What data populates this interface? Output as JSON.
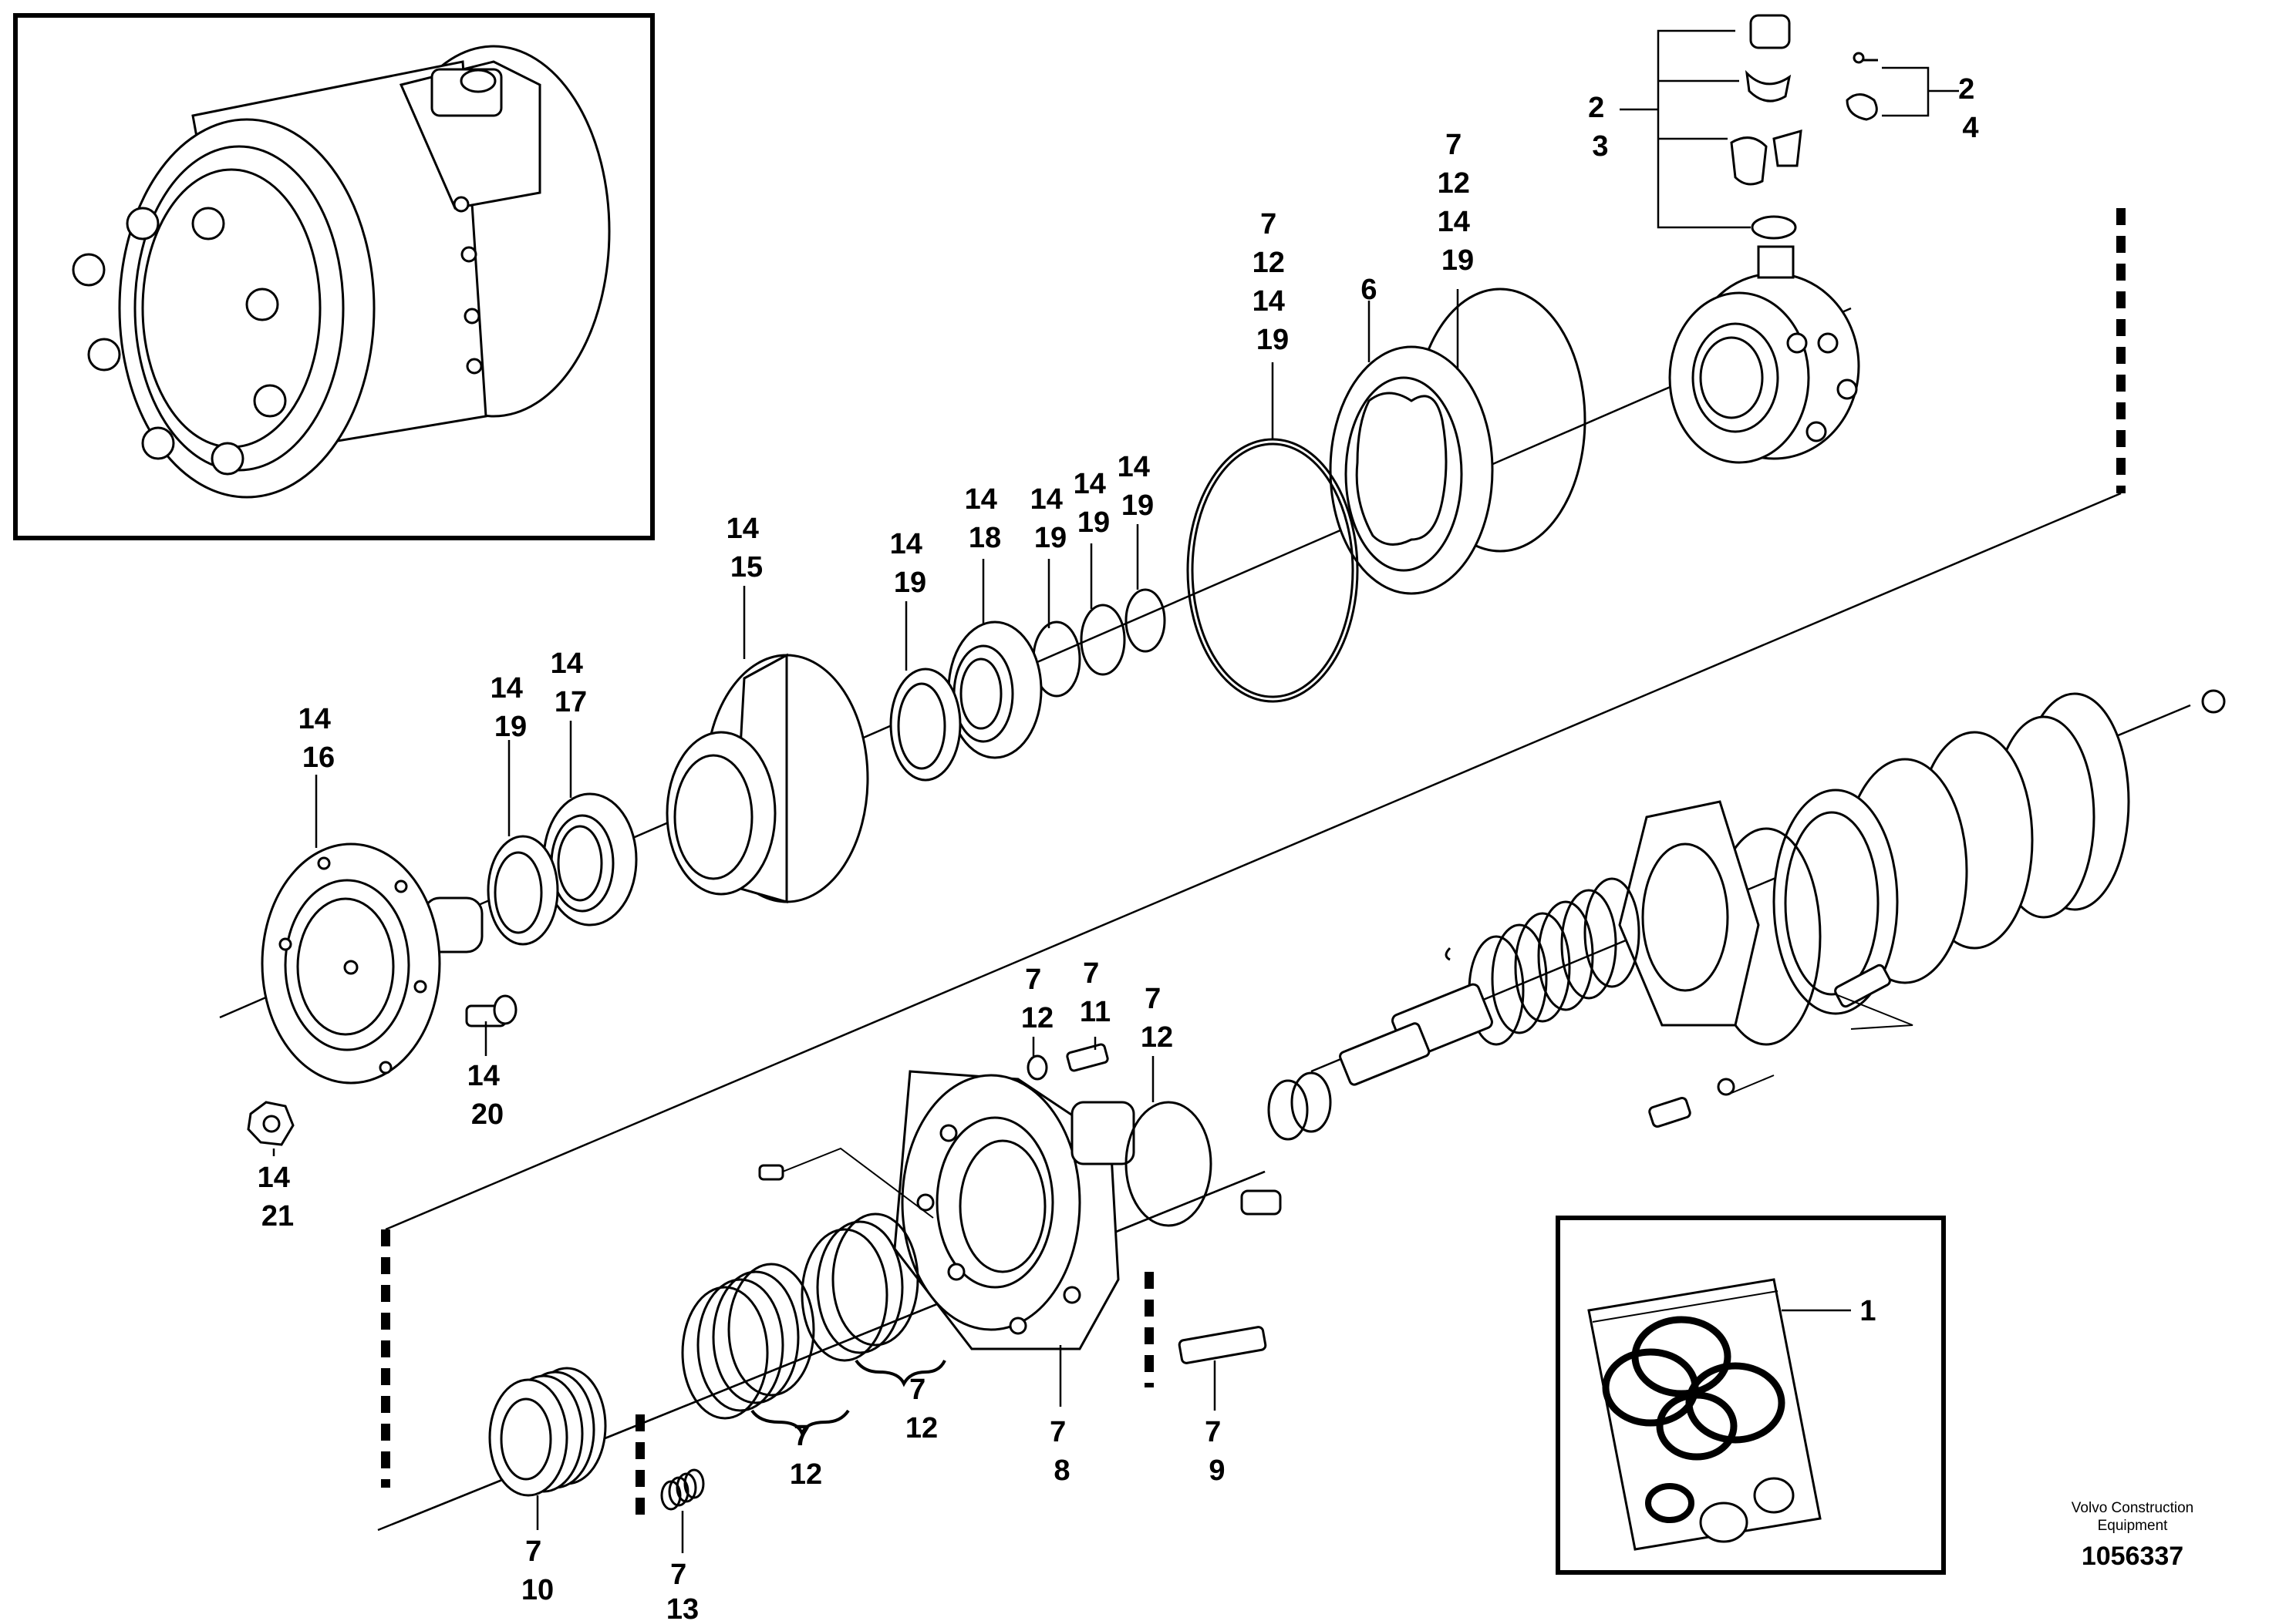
{
  "brand": {
    "company_line1": "Volvo Construction",
    "company_line2": "Equipment",
    "document_number": "1056337"
  },
  "labels": {
    "kit_1": [
      "1"
    ],
    "plug_2_3": [
      "2",
      "3"
    ],
    "plug_2_4": [
      "2",
      "4"
    ],
    "ring_7_12_14_19_left": [
      "7",
      "12",
      "14",
      "19"
    ],
    "ring_7_12_14_19_right": [
      "7",
      "12",
      "14",
      "19"
    ],
    "housing_6": [
      "6"
    ],
    "cover_14_16": [
      "14",
      "16"
    ],
    "seal_14_19_a": [
      "14",
      "19"
    ],
    "bearing_14_17": [
      "14",
      "17"
    ],
    "hub_14_15": [
      "14",
      "15"
    ],
    "seal_14_19_b": [
      "14",
      "19"
    ],
    "bearing_14_18": [
      "14",
      "18"
    ],
    "ring_14_19_c": [
      "14",
      "19"
    ],
    "ring_14_19_d": [
      "14",
      "19"
    ],
    "ring_14_19_e": [
      "14",
      "19"
    ],
    "screw_14_20": [
      "14",
      "20"
    ],
    "nut_14_21": [
      "14",
      "21"
    ],
    "washer_7_12": [
      "7",
      "12"
    ],
    "screw_7_11": [
      "7",
      "11"
    ],
    "oring_7_12": [
      "7",
      "12"
    ],
    "housing_7_8": [
      "7",
      "8"
    ],
    "bolt_7_9": [
      "7",
      "9"
    ],
    "seals_7_12_a": [
      "7",
      "12"
    ],
    "seals_7_12_b": [
      "7",
      "12"
    ],
    "piston_7_10": [
      "7",
      "10"
    ],
    "spring_7_13": [
      "7",
      "13"
    ]
  }
}
